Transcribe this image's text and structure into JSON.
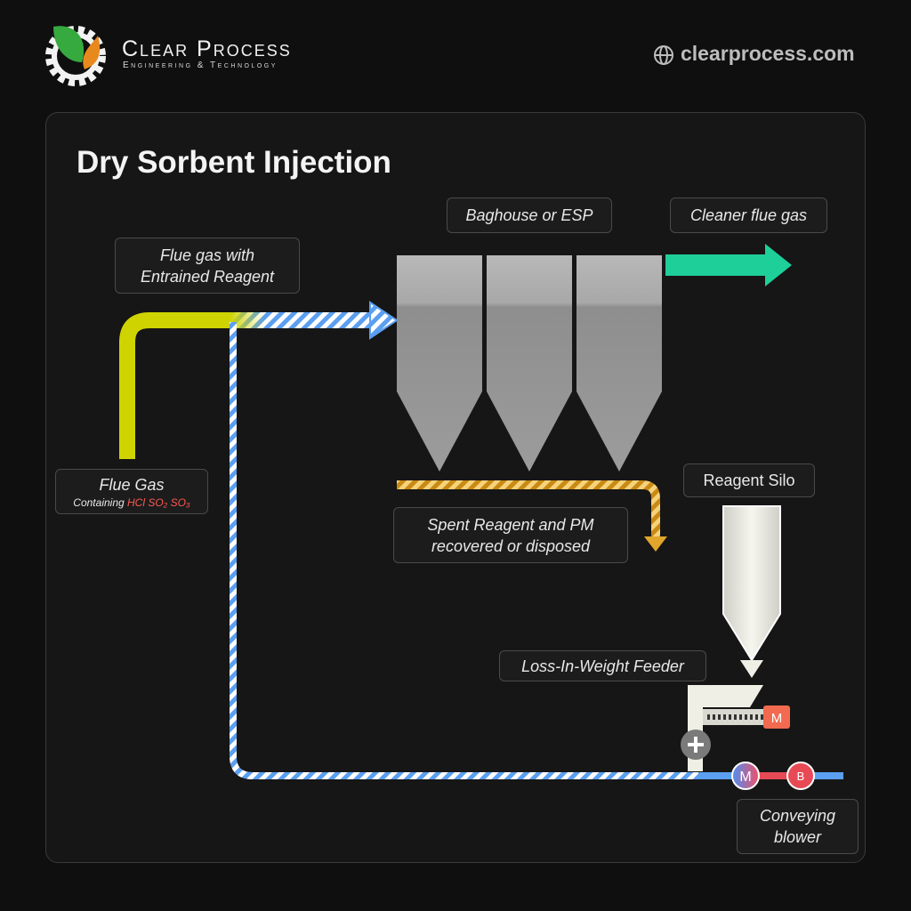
{
  "brand": {
    "name": "Clear Process",
    "tagline": "Engineering & Technology",
    "website": "clearprocess.com"
  },
  "diagram": {
    "title": "Dry Sorbent Injection",
    "labels": {
      "flue_gas_entrained": [
        "Flue gas with",
        "Entrained Reagent"
      ],
      "baghouse": "Baghouse or ESP",
      "cleaner_flue_gas": "Cleaner flue gas",
      "flue_gas": "Flue Gas",
      "flue_gas_containing": "Containing",
      "pollutants": "HCl SO₂ SO₃",
      "spent_reagent": [
        "Spent Reagent and PM",
        "recovered or disposed"
      ],
      "reagent_silo": "Reagent Silo",
      "feeder": "Loss-In-Weight Feeder",
      "conveying_blower": [
        "Conveying",
        "blower"
      ],
      "motor_symbol": "M",
      "blower_symbol": "B"
    },
    "colors": {
      "flue_gas": "#cfd400",
      "entrained_stripe": "#5b9ff0",
      "clean_gas": "#1ecf9a",
      "spent_reagent": "#e0a52a",
      "motor": "#f26a4f",
      "blower": "#e84a55",
      "filter": "#9a9a9a",
      "silo": "#efefe6"
    }
  }
}
